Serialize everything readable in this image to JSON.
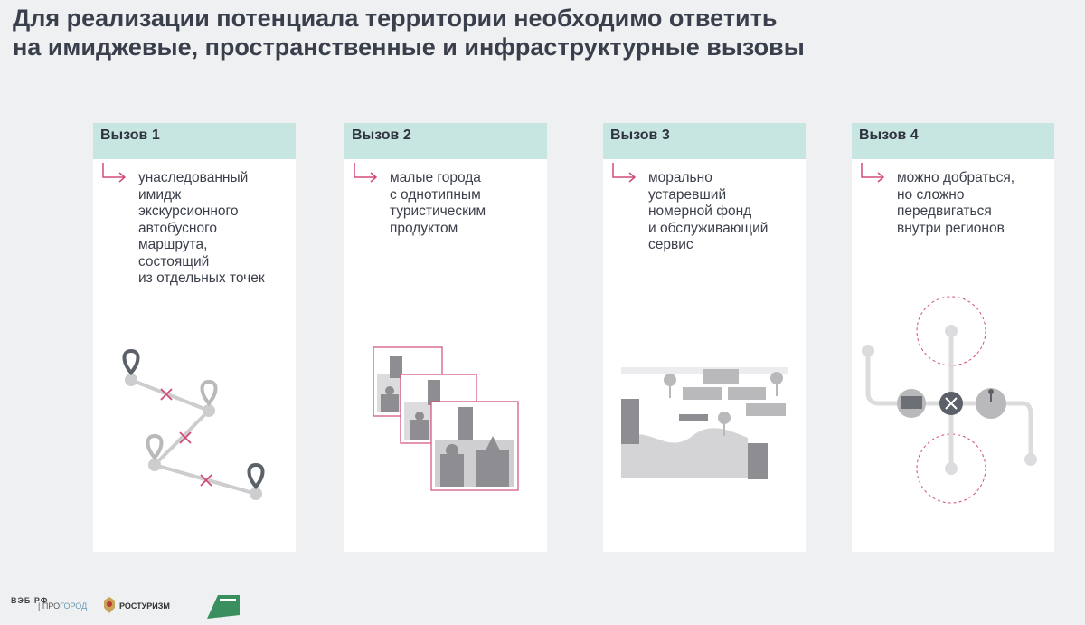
{
  "title": {
    "line1": "Для реализации потенциала территории необходимо ответить",
    "line2": "на имиджевые, пространственные и инфраструктурные вызовы"
  },
  "cards": [
    {
      "label": "Вызов 1",
      "text": "унаследованный\nимидж\nэкскурсионного\nавтобусного\nмаршрута,\nсостоящий\nиз отдельных точек",
      "icon": "route-map-illustration"
    },
    {
      "label": "Вызов 2",
      "text": "малые города\nс однотипным\nтуристическим\nпродуктом",
      "icon": "town-cards-illustration"
    },
    {
      "label": "Вызов 3",
      "text": "морально\nустаревший\nномерной фонд\nи обслуживающий\nсервис",
      "icon": "housing-illustration"
    },
    {
      "label": "Вызов 4",
      "text": "можно добраться,\nно сложно\nпередвигаться\nвнутри регионов",
      "icon": "transport-network-illustration"
    }
  ],
  "logos": {
    "vebrf": "ВЭБ РФ",
    "progorod_a": "ПРО",
    "progorod_b": "ГОРОД",
    "rosturizm": "РОСТУРИЗМ"
  },
  "colors": {
    "background": "#eef0f2",
    "card_header": "#c8e6e1",
    "accent_pink": "#d24c7a",
    "illustration_gray": "#b9b9bc",
    "pin_dark": "#5c6068"
  }
}
